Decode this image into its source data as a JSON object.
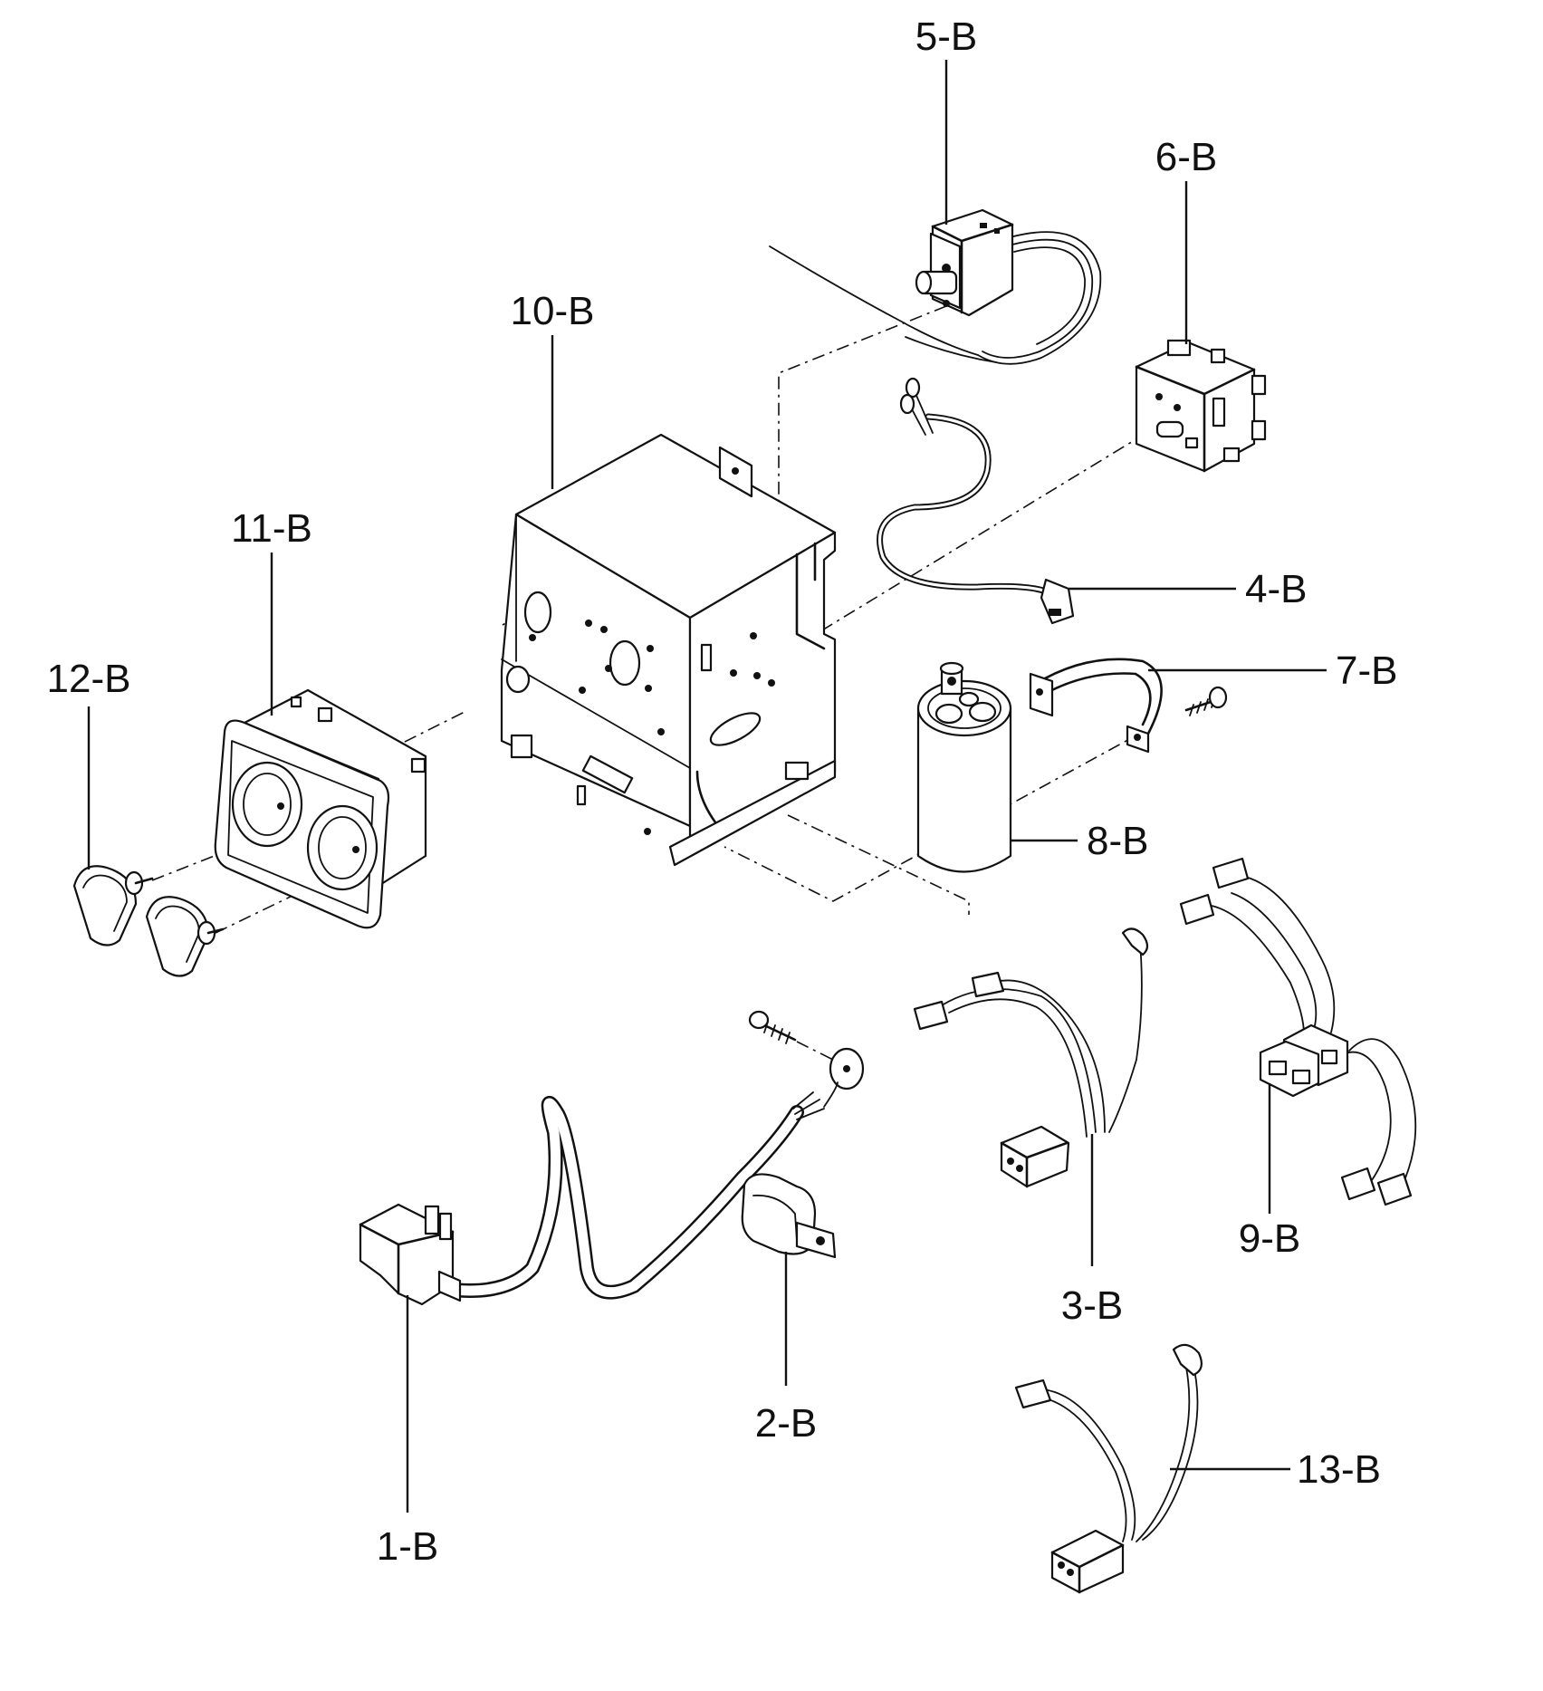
{
  "callouts": {
    "p1": "1-B",
    "p2": "2-B",
    "p3": "3-B",
    "p4": "4-B",
    "p5": "5-B",
    "p6": "6-B",
    "p7": "7-B",
    "p8": "8-B",
    "p9": "9-B",
    "p10": "10-B",
    "p11": "11-B",
    "p12": "12-B",
    "p13": "13-B"
  }
}
